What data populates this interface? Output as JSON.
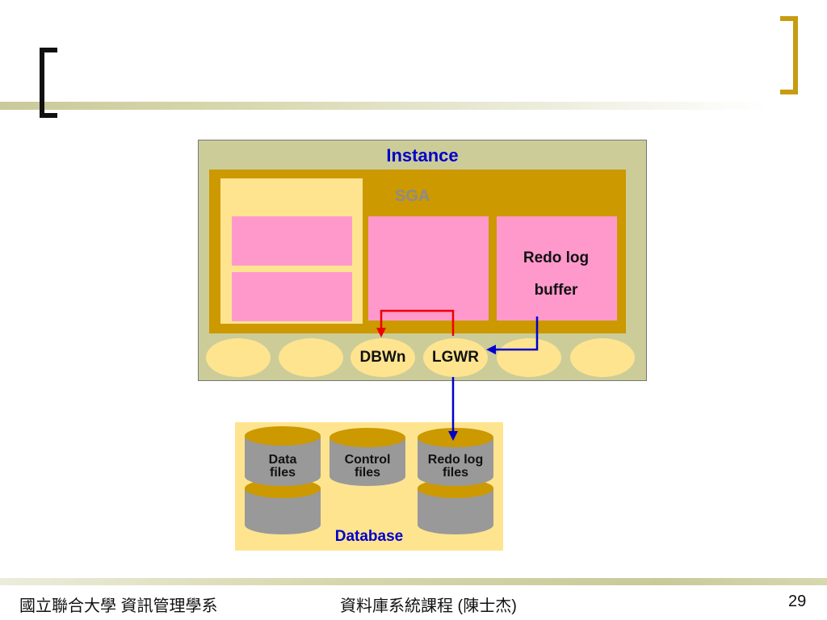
{
  "diagram": {
    "instance_label": "Instance",
    "sga_label": "SGA",
    "redo_buffer_line1": "Redo log",
    "redo_buffer_line2": "buffer",
    "dbwn_label": "DBWn",
    "lgwr_label": "LGWR",
    "database_label": "Database",
    "cylinders": [
      {
        "line1": "Data",
        "line2": "files"
      },
      {
        "line1": "Control",
        "line2": "files"
      },
      {
        "line1": "Redo log",
        "line2": "files"
      }
    ]
  },
  "footer": {
    "left": "國立聯合大學 資訊管理學系",
    "center": "資料庫系統課程 (陳士杰)",
    "page": "29"
  },
  "colors": {
    "label_blue": "#0000cc",
    "sga_gold": "#cc9900",
    "memory_pink": "#ff99cc",
    "light_yellow": "#ffe48f",
    "instance_olive": "#cccc99",
    "arrow_red": "#ee0000",
    "arrow_blue": "#0000cc"
  }
}
